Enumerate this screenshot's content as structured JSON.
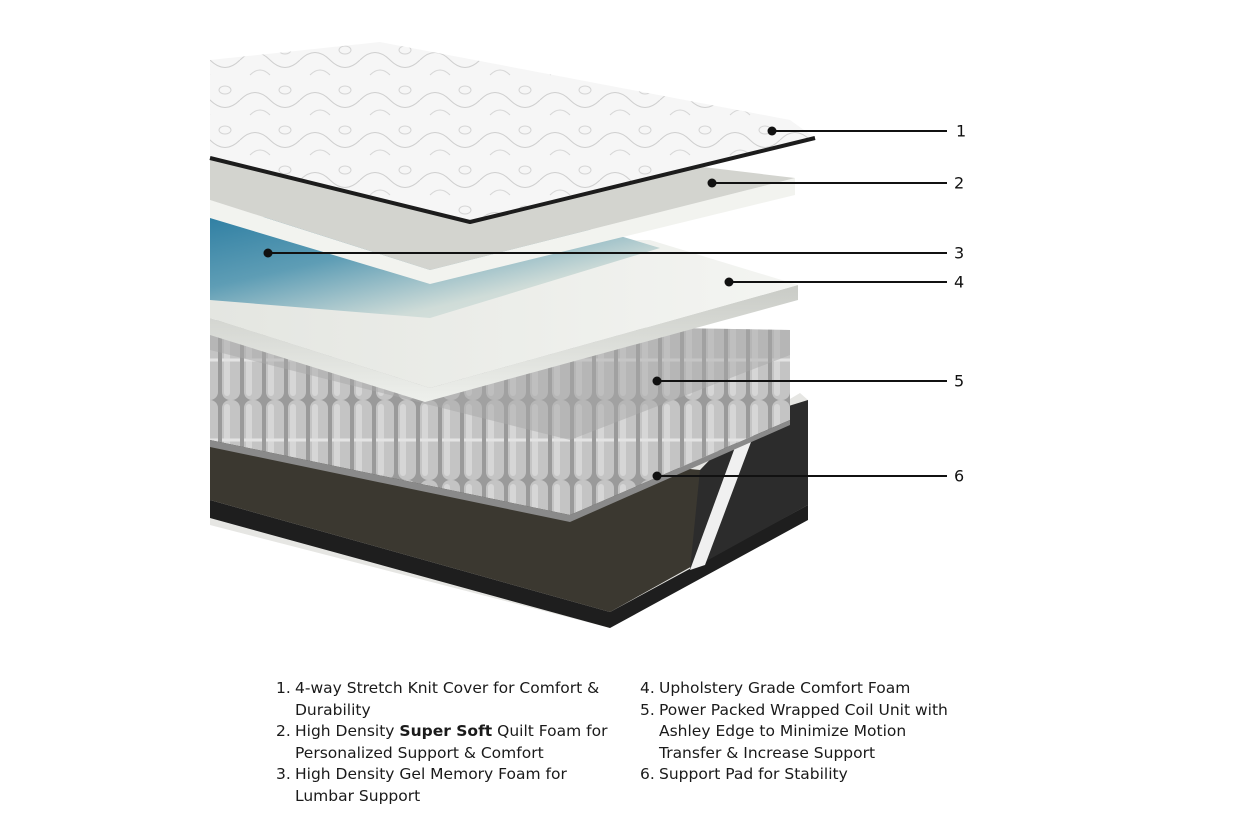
{
  "diagram": {
    "subject": "Hybrid mattress layer cutaway",
    "colors": {
      "cover_quilt": "#f4f4f4",
      "cover_piping": "#1c1c1c",
      "comfort_foam": "#e9ebe6",
      "gel_foam": "#3f87a6",
      "coil_gray": "#b7b7b7",
      "support_pad": "#3a3830",
      "base_border": "#2b2b2b",
      "leader_line": "#111111"
    },
    "callouts": [
      {
        "number": "1",
        "layer": "4-way Stretch Knit Cover"
      },
      {
        "number": "2",
        "layer": "High Density Super Soft Quilt Foam"
      },
      {
        "number": "3",
        "layer": "High Density Gel Memory Foam"
      },
      {
        "number": "4",
        "layer": "Upholstery Grade Comfort Foam"
      },
      {
        "number": "5",
        "layer": "Power Packed Wrapped Coil Unit"
      },
      {
        "number": "6",
        "layer": "Support Pad"
      }
    ]
  },
  "legend": {
    "items": [
      {
        "num": "1.",
        "text_before": "4-way Stretch Knit Cover for Comfort & Durability",
        "bold": "",
        "text_after": ""
      },
      {
        "num": "2.",
        "text_before": "High Density ",
        "bold": "Super Soft",
        "text_after": " Quilt Foam for Personalized Support & Comfort"
      },
      {
        "num": "3.",
        "text_before": "High Density Gel Memory Foam for Lumbar Support",
        "bold": "",
        "text_after": ""
      },
      {
        "num": "4.",
        "text_before": "Upholstery Grade Comfort Foam",
        "bold": "",
        "text_after": ""
      },
      {
        "num": "5.",
        "text_before": "Power Packed Wrapped Coil Unit with Ashley Edge to Minimize Motion Transfer & Increase Support",
        "bold": "",
        "text_after": ""
      },
      {
        "num": "6.",
        "text_before": "Support Pad for Stability",
        "bold": "",
        "text_after": ""
      }
    ]
  }
}
